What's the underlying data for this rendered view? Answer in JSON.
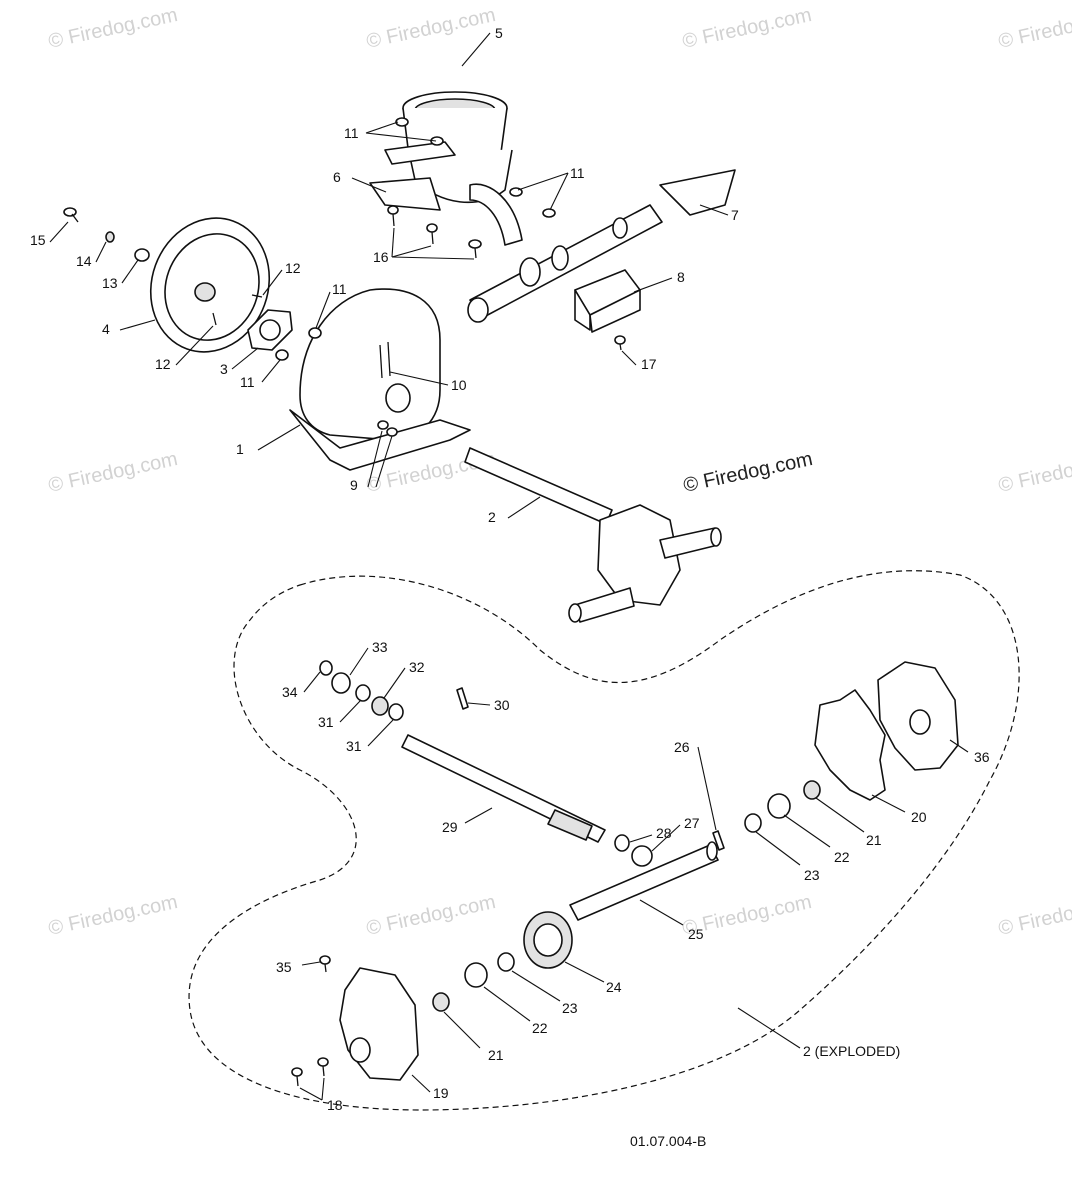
{
  "watermarks": {
    "faint": "© Firedog.com",
    "main": "© Firedog.com"
  },
  "drawing_number": "01.07.004-B",
  "callouts": {
    "c1": "1",
    "c2": "2",
    "c2x": "2 (EXPLODED)",
    "c3": "3",
    "c4": "4",
    "c5": "5",
    "c6": "6",
    "c7": "7",
    "c8": "8",
    "c9": "9",
    "c10": "10",
    "c11a": "11",
    "c11b": "11",
    "c11c": "11",
    "c11d": "11",
    "c12a": "12",
    "c12b": "12",
    "c13": "13",
    "c14": "14",
    "c15": "15",
    "c16": "16",
    "c17": "17",
    "c18": "18",
    "c19": "19",
    "c20": "20",
    "c21a": "21",
    "c21b": "21",
    "c22a": "22",
    "c22b": "22",
    "c23a": "23",
    "c23b": "23",
    "c24": "24",
    "c25": "25",
    "c26": "26",
    "c27": "27",
    "c28": "28",
    "c29": "29",
    "c30": "30",
    "c31a": "31",
    "c31b": "31",
    "c32": "32",
    "c33": "33",
    "c34": "34",
    "c35": "35",
    "c36": "36"
  },
  "colors": {
    "line": "#111111",
    "watermark": "#d2d2d2",
    "background": "#ffffff"
  }
}
